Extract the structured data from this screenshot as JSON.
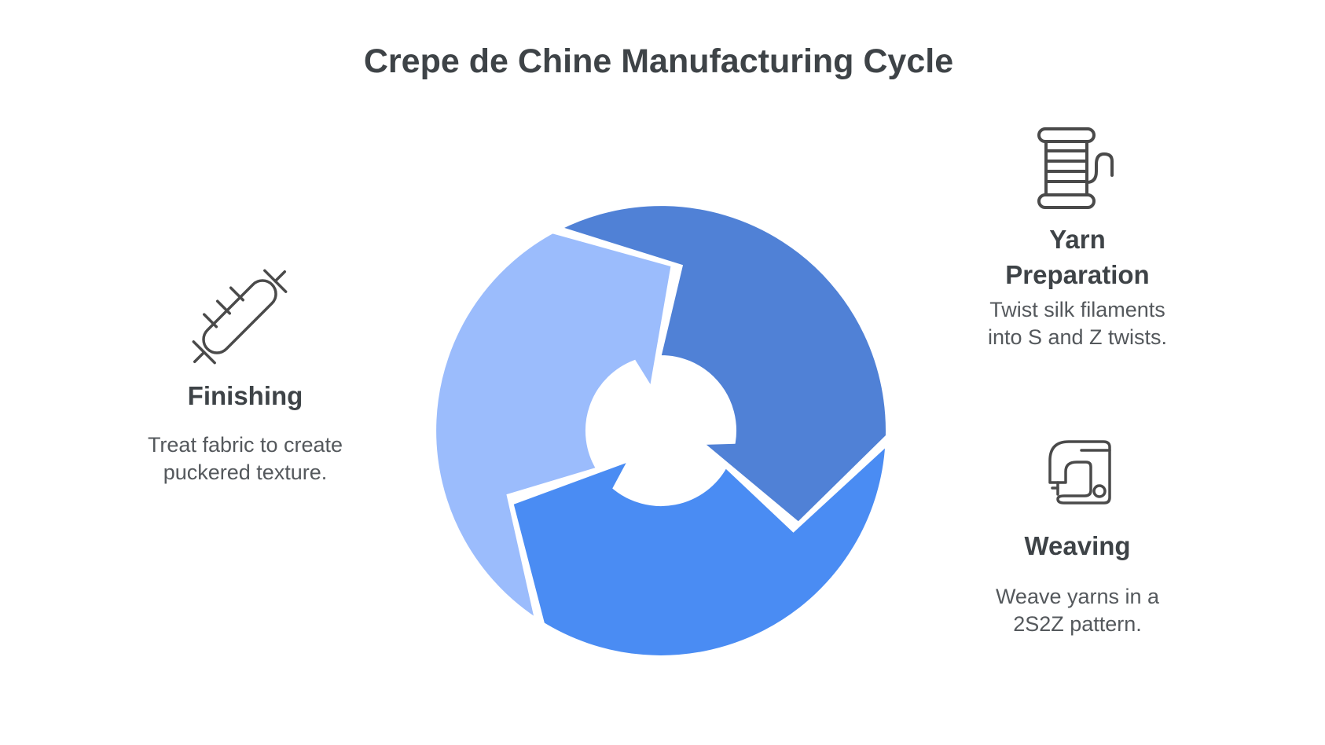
{
  "title": "Crepe de Chine Manufacturing Cycle",
  "colors": {
    "background": "#ffffff",
    "arrow_light": "#9bbcfc",
    "arrow_dark": "#5081d6",
    "arrow_medium": "#4a8cf3",
    "gap_stroke": "#ffffff",
    "heading_text": "#3e4347",
    "body_text": "#54585c",
    "icon_stroke": "#4a4a4a"
  },
  "diagram": {
    "type": "cycle",
    "direction": "clockwise",
    "segment_count": 3
  },
  "steps": [
    {
      "id": "yarn-preparation",
      "label": "Yarn\nPreparation",
      "description": "Twist silk filaments\ninto S and Z twists.",
      "icon": "yarn-spool-icon",
      "position": "top-right"
    },
    {
      "id": "weaving",
      "label": "Weaving",
      "description": "Weave yarns in a\n2S2Z pattern.",
      "icon": "sewing-machine-icon",
      "position": "bottom-right"
    },
    {
      "id": "finishing",
      "label": "Finishing",
      "description": "Treat fabric to create\npuckered texture.",
      "icon": "syringe-icon",
      "position": "left"
    }
  ]
}
